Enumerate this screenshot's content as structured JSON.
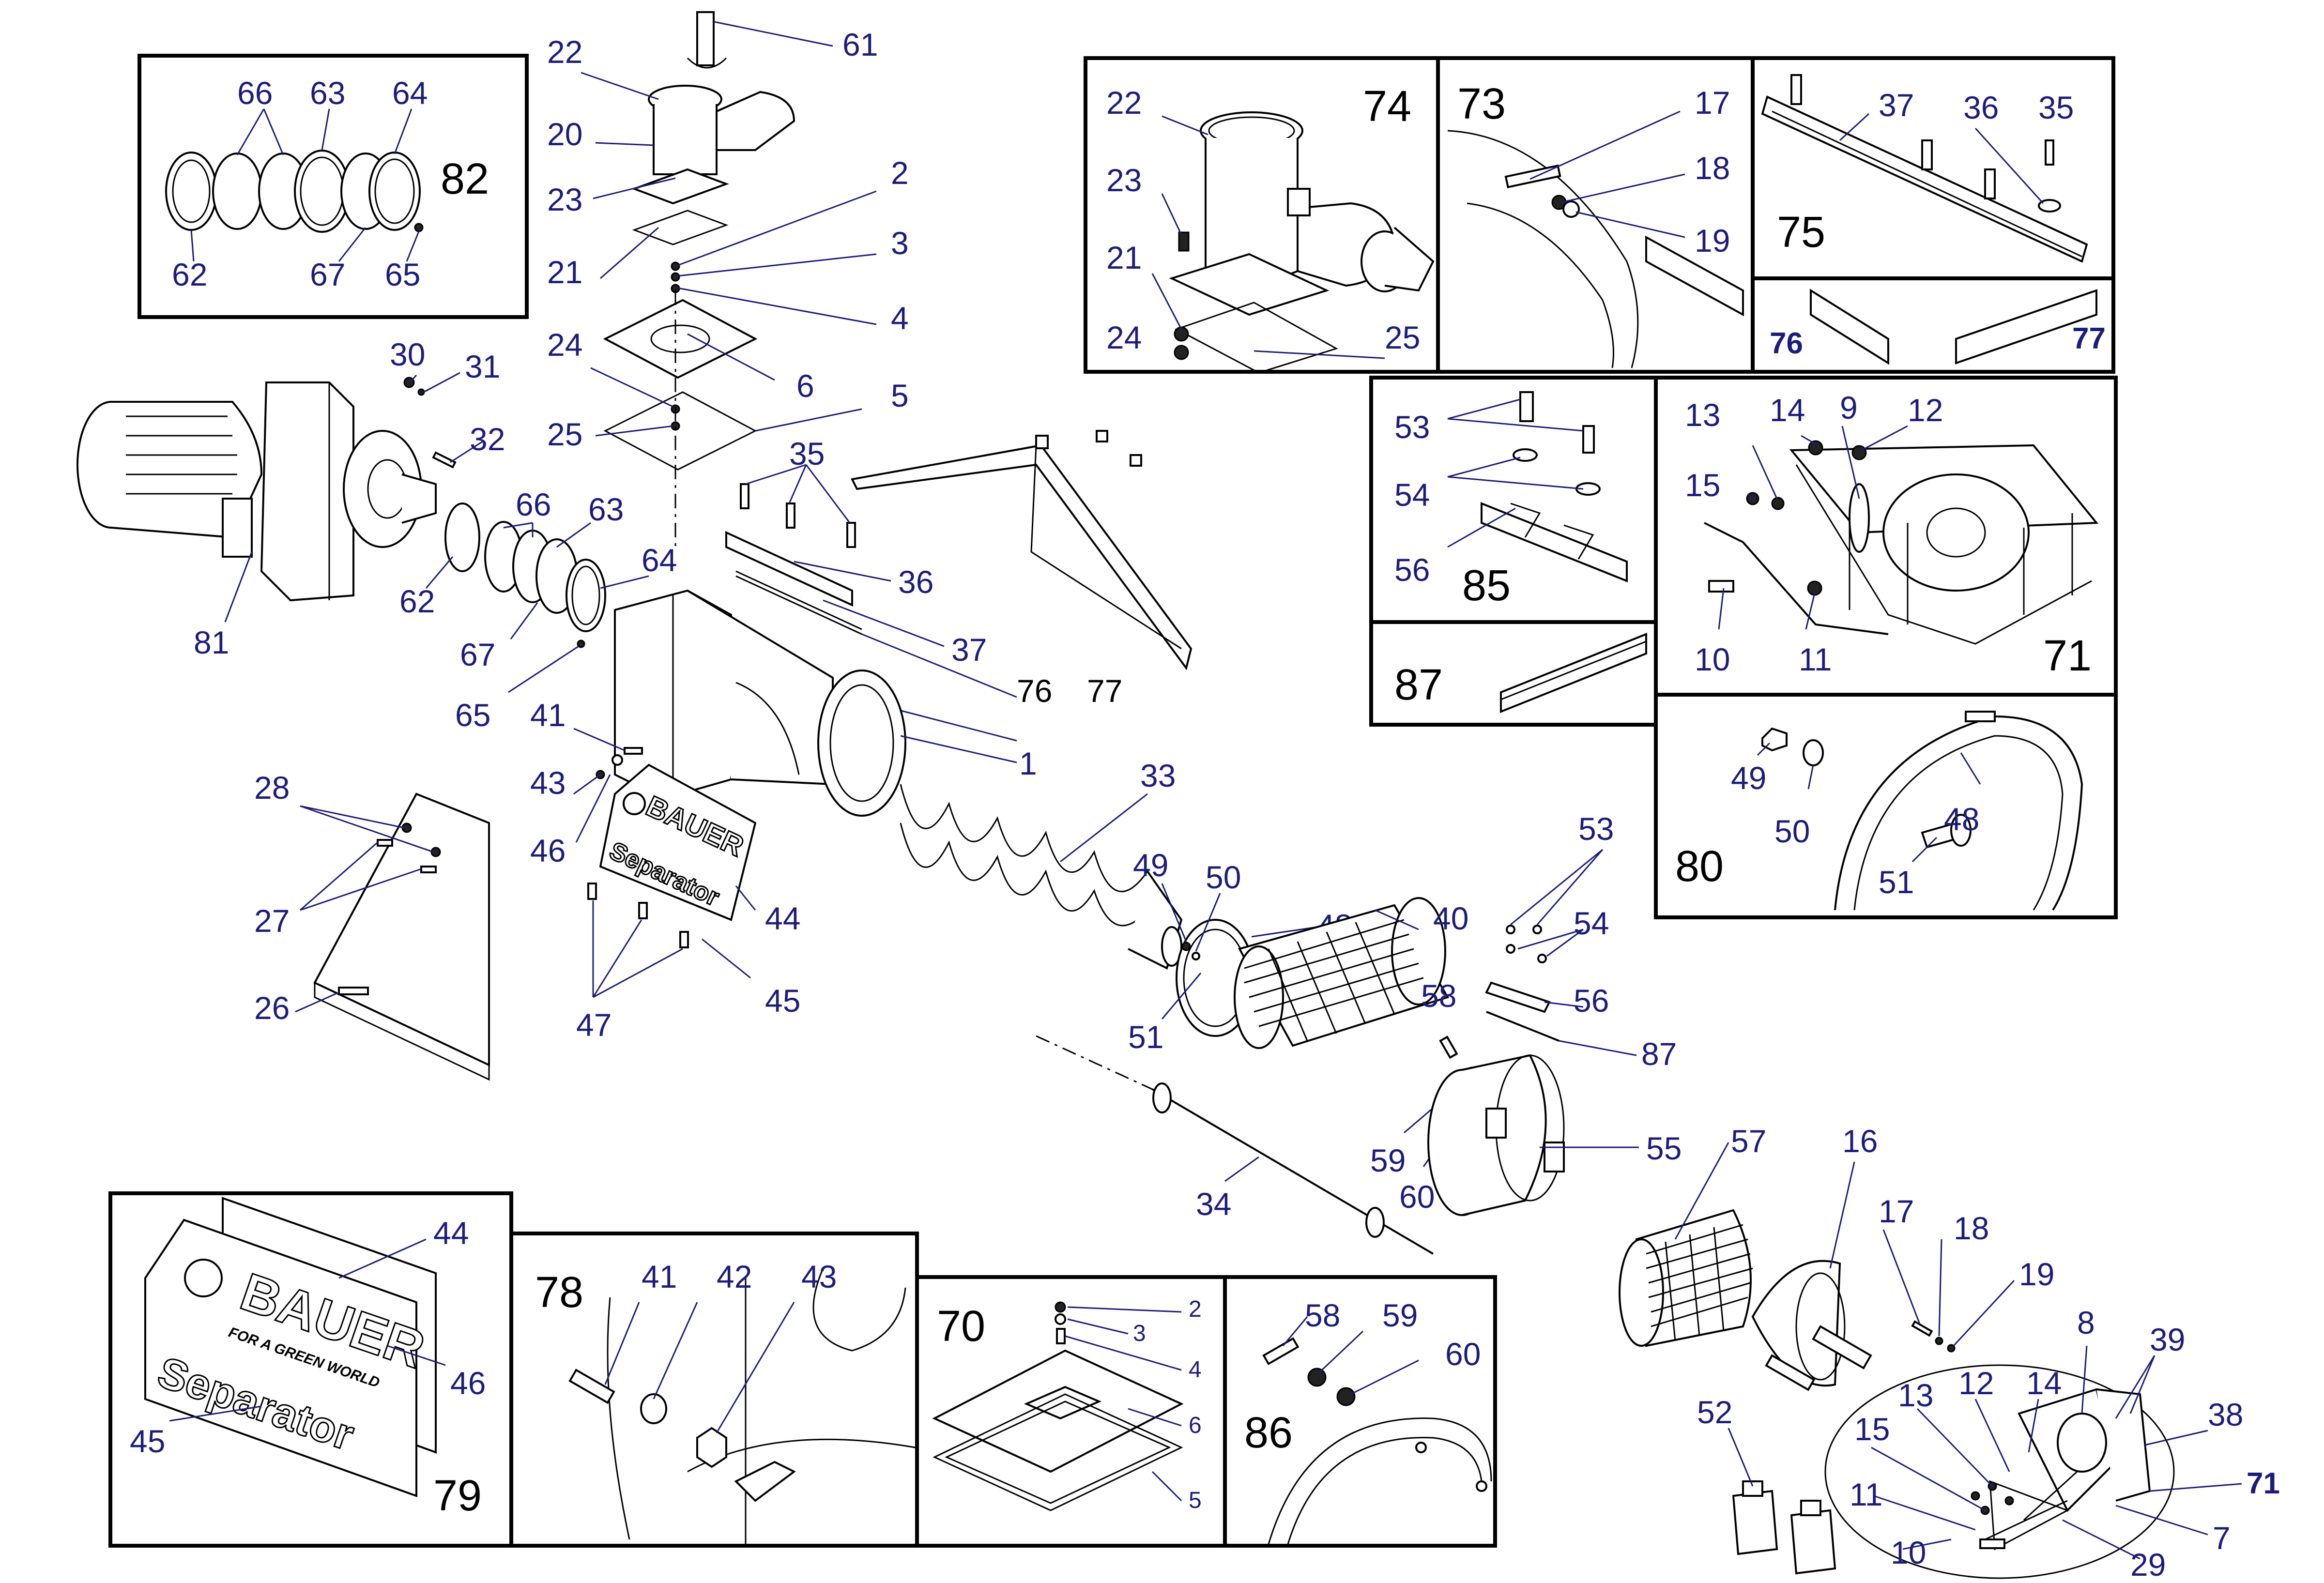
{
  "callouts": {
    "c61": "61",
    "c22": "22",
    "c20": "20",
    "c23": "23",
    "c21": "21",
    "c2": "2",
    "c3": "3",
    "c4": "4",
    "c24": "24",
    "c6": "6",
    "c25": "25",
    "c5": "5",
    "c30": "30",
    "c31": "31",
    "c32": "32",
    "c66": "66",
    "c63": "63",
    "c64": "64",
    "c62": "62",
    "c67": "67",
    "c65": "65",
    "c81": "81",
    "c35": "35",
    "c36": "36",
    "c37": "37",
    "c76": "76",
    "c77": "77",
    "c1": "1",
    "c41": "41",
    "c43": "43",
    "c46": "46",
    "c44": "44",
    "c45": "45",
    "c47": "47",
    "c28": "28",
    "c27": "27",
    "c26": "26",
    "c33": "33",
    "c49": "49",
    "c50": "50",
    "c48": "48",
    "c51": "51",
    "c40": "40",
    "c34": "34",
    "c53": "53",
    "c54": "54",
    "c56": "56",
    "c87": "87",
    "c58": "58",
    "c59": "59",
    "c60": "60",
    "c55": "55",
    "c57": "57",
    "c16": "16",
    "c17": "17",
    "c18": "18",
    "c19": "19",
    "c8": "8",
    "c39": "39",
    "c38": "38",
    "c71": "71",
    "c7": "7",
    "c29": "29",
    "c10": "10",
    "c11": "11",
    "c15": "15",
    "c13": "13",
    "c12": "12",
    "c14": "14",
    "c52": "52"
  },
  "boxes": {
    "b82": {
      "title": "82",
      "labels": {
        "l66": "66",
        "l63": "63",
        "l64": "64",
        "l62": "62",
        "l67": "67",
        "l65": "65"
      }
    },
    "b74": {
      "title": "74",
      "labels": {
        "l22": "22",
        "l23": "23",
        "l21": "21",
        "l24": "24",
        "l25": "25"
      }
    },
    "b73": {
      "title": "73",
      "labels": {
        "l17": "17",
        "l18": "18",
        "l19": "19"
      }
    },
    "b75": {
      "title": "75",
      "labels": {
        "l37": "37",
        "l36": "36",
        "l35": "35"
      }
    },
    "b76": {
      "title": "76"
    },
    "b77": {
      "title": "77"
    },
    "b85": {
      "title": "85",
      "labels": {
        "l53": "53",
        "l54": "54",
        "l56": "56"
      }
    },
    "b71": {
      "title": "71",
      "labels": {
        "l13": "13",
        "l14": "14",
        "l9": "9",
        "l12": "12",
        "l15": "15",
        "l10": "10",
        "l11": "11"
      }
    },
    "b87": {
      "title": "87"
    },
    "b80": {
      "title": "80",
      "labels": {
        "l49": "49",
        "l50": "50",
        "l48": "48",
        "l51": "51"
      }
    },
    "b79": {
      "title": "79",
      "labels": {
        "l44": "44",
        "l46": "46",
        "l45": "45"
      }
    },
    "b78": {
      "title": "78",
      "labels": {
        "l41": "41",
        "l42": "42",
        "l43": "43"
      }
    },
    "b70": {
      "title": "70",
      "labels": {
        "l2": "2",
        "l3": "3",
        "l4": "4",
        "l6": "6",
        "l5": "5"
      }
    },
    "b86": {
      "title": "86",
      "labels": {
        "l58": "58",
        "l59": "59",
        "l60": "60"
      }
    }
  },
  "logo": {
    "brand": "BAUER",
    "tagline": "FOR A GREEN WORLD",
    "product": "Separator"
  }
}
